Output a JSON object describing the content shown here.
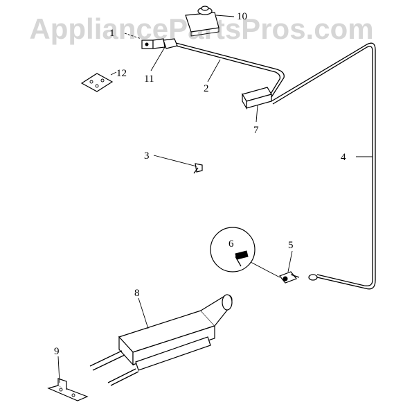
{
  "watermark": "AppliancePartsPros.com",
  "callouts": {
    "c1": "1",
    "c2": "2",
    "c3": "3",
    "c4": "4",
    "c5": "5",
    "c6": "6",
    "c7": "7",
    "c8": "8",
    "c9": "9",
    "c10": "10",
    "c11": "11",
    "c12": "12"
  }
}
